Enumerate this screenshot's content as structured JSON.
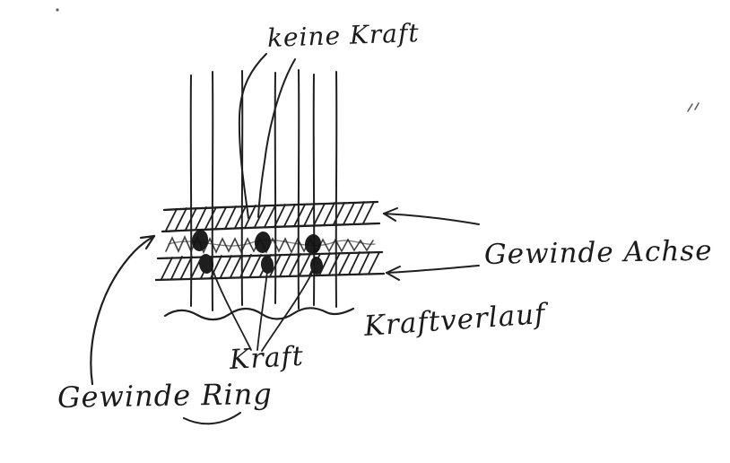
{
  "page": {
    "background": "#ffffff",
    "ink_color": "#1c1c1c"
  },
  "labels": {
    "keine_kraft": "keine Kraft",
    "gewinde_achse": "Gewinde Achse",
    "kraftverlauf": "Kraftverlauf",
    "kraft": "Kraft",
    "gewinde_ring": "Gewinde Ring"
  }
}
